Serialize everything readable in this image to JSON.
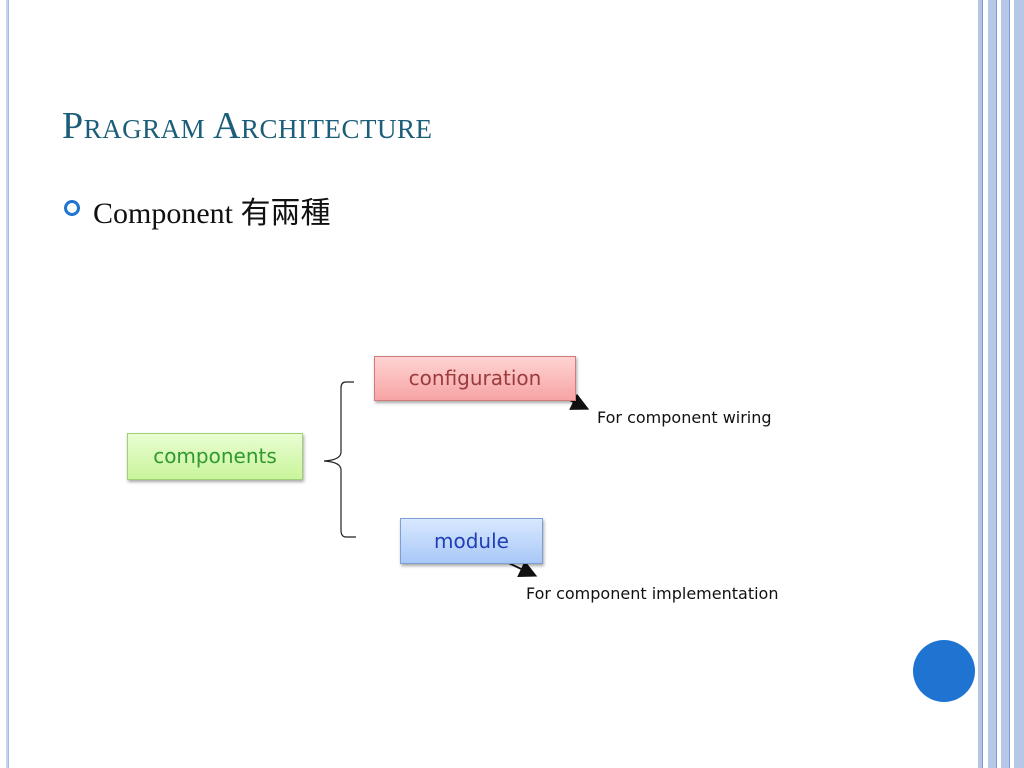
{
  "slide": {
    "title": "Pragram Architecture",
    "bullet": "Component 有兩種"
  },
  "diagram": {
    "root": "components",
    "branches": [
      {
        "label": "configuration",
        "note": "For component wiring"
      },
      {
        "label": "module",
        "note": "For component implementation"
      }
    ]
  },
  "colors": {
    "title": "#1b5e7a",
    "accent": "#1f73d1",
    "components_text": "#2f9a2d",
    "configuration_text": "#9b3c3c",
    "module_text": "#1e3fb5"
  }
}
